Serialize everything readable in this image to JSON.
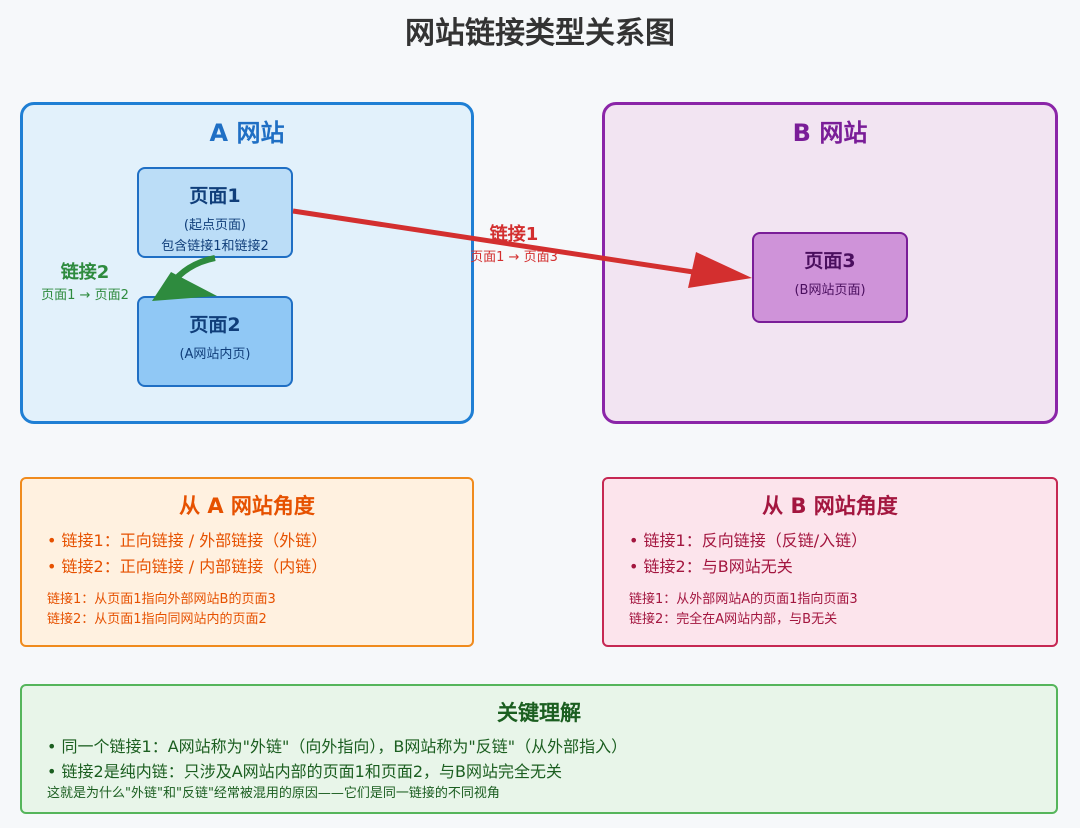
{
  "title": "网站链接类型关系图",
  "colors": {
    "site_a_border": "#1f7fd4",
    "site_b_border": "#8b25a8",
    "link1_arrow": "#d32f2f",
    "link2_arrow": "#2e8b3e"
  },
  "site_a": {
    "title": "A 网站",
    "page1": {
      "title": "页面1",
      "sub": "(起点页面)",
      "sub2": "包含链接1和链接2"
    },
    "page2": {
      "title": "页面2",
      "sub": "(A网站内页)"
    }
  },
  "site_b": {
    "title": "B 网站",
    "page3": {
      "title": "页面3",
      "sub": "(B网站页面)"
    }
  },
  "link1": {
    "label": "链接1",
    "path": "页面1 → 页面3"
  },
  "link2": {
    "label": "链接2",
    "path": "页面1 → 页面2"
  },
  "view_a": {
    "title": "从 A 网站角度",
    "bullets": [
      "链接1：正向链接 / 外部链接（外链）",
      "链接2：正向链接 / 内部链接（内链）"
    ],
    "notes": [
      "链接1：从页面1指向外部网站B的页面3",
      "链接2：从页面1指向同网站内的页面2"
    ]
  },
  "view_b": {
    "title": "从 B 网站角度",
    "bullets": [
      "链接1：反向链接（反链/入链）",
      "链接2：与B网站无关"
    ],
    "notes": [
      "链接1：从外部网站A的页面1指向页面3",
      "链接2：完全在A网站内部，与B无关"
    ]
  },
  "key": {
    "title": "关键理解",
    "bullets": [
      "同一个链接1：A网站称为\"外链\"（向外指向），B网站称为\"反链\"（从外部指入）",
      "链接2是纯内链：只涉及A网站内部的页面1和页面2，与B网站完全无关"
    ],
    "note": "这就是为什么\"外链\"和\"反链\"经常被混用的原因——它们是同一链接的不同视角"
  }
}
